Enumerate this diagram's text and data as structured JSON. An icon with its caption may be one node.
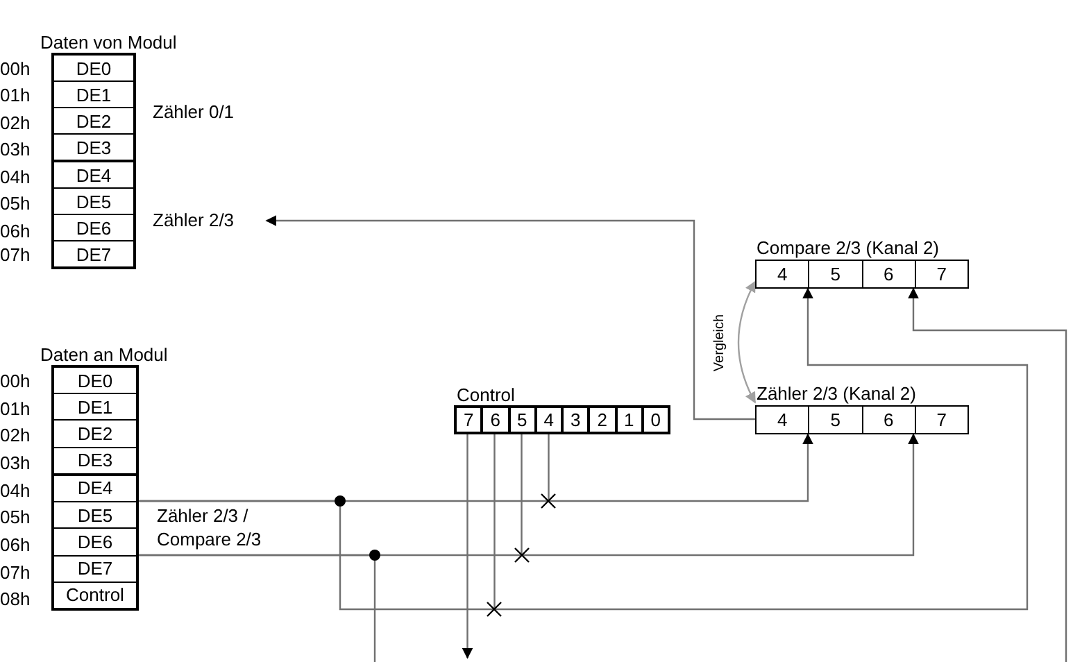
{
  "diagram": {
    "nodes": [
      {
        "text": [
          "Daten von Modul"
        ]
      },
      {
        "text": [
          "DE0"
        ],
        "in": 0,
        "beside": [
          "00h"
        ]
      },
      {
        "text": [
          "DE1"
        ],
        "in": 0,
        "beside": [
          "01h"
        ]
      },
      {
        "text": [
          "DE2"
        ],
        "in": 0,
        "beside": [
          "02h"
        ]
      },
      {
        "text": [
          "DE3"
        ],
        "in": 0,
        "beside": [
          "03h"
        ]
      },
      {
        "text": [
          "DE4"
        ],
        "in": 0,
        "beside": [
          "04h"
        ]
      },
      {
        "text": [
          "DE5"
        ],
        "in": 0,
        "beside": [
          "05h"
        ]
      },
      {
        "text": [
          "DE6"
        ],
        "in": 0,
        "beside": [
          "06h"
        ]
      },
      {
        "text": [
          "DE7"
        ],
        "in": 0
      },
      {
        "text": [
          "Zähler 2/3"
        ]
      },
      {
        "text": [
          "Daten an Modul"
        ]
      },
      {
        "text": [
          "DE0"
        ],
        "in": 10,
        "beside": [
          "00h"
        ]
      },
      {
        "text": [
          "DE1"
        ],
        "in": 10,
        "beside": [
          "01h"
        ]
      },
      {
        "text": [
          "DE2"
        ],
        "in": 10,
        "beside": [
          "02h"
        ]
      },
      {
        "text": [
          "DE3"
        ],
        "in": 10,
        "beside": [
          "03h"
        ]
      },
      {
        "text": [
          "DE4"
        ],
        "in": 10,
        "beside": [
          "04h"
        ]
      },
      {
        "text": [
          "DE5"
        ],
        "in": 10,
        "beside": [
          "05h"
        ]
      },
      {
        "text": [
          "DE6"
        ],
        "in": 10,
        "beside": [
          "06h"
        ]
      },
      {
        "text": [
          "DE7"
        ],
        "in": 10,
        "beside": [
          "07h"
        ]
      },
      {
        "text": [
          "Control"
        ],
        "in": 10,
        "beside": [
          "08h"
        ]
      },
      {
        "text": [
          "Control"
        ]
      },
      {
        "text": [
          "7"
        ],
        "in": 20
      },
      {
        "text": [
          "6"
        ],
        "in": 20
      },
      {
        "text": [
          "5"
        ],
        "in": 20
      },
      {
        "text": [
          "4"
        ],
        "in": 20
      },
      {
        "text": [
          "3"
        ],
        "in": 20
      },
      {
        "text": [
          "2"
        ],
        "in": 20
      },
      {
        "text": [
          "1"
        ],
        "in": 20
      },
      {
        "text": [
          "0"
        ],
        "in": 20
      },
      {
        "text": [
          "Compare 2/3 (Kanal 2)"
        ]
      },
      {
        "text": [
          "4"
        ],
        "in": 29
      },
      {
        "text": [
          "5"
        ],
        "in": 29
      },
      {
        "text": [
          "6"
        ],
        "in": 29
      },
      {
        "text": [
          "7"
        ],
        "in": 29
      },
      {
        "text": [
          "Zähler 2/3 (Kanal 2)"
        ]
      },
      {
        "text": [
          "4"
        ],
        "in": 34
      },
      {
        "text": [
          "5"
        ],
        "in": 34
      },
      {
        "text": [
          "6"
        ],
        "in": 34
      },
      {
        "text": [
          "7"
        ],
        "in": 34
      }
    ],
    "edges": [
      {
        "from": 34,
        "to": 9,
        "arrow": "to"
      },
      {
        "from": 29,
        "to": 34,
        "arrow": "both",
        "label": "Vergleich",
        "color": "#a0a0a0"
      },
      {
        "from": 10,
        "to": 34,
        "arrow": "to"
      },
      {
        "from": 10,
        "to": 34,
        "arrow": "to"
      },
      {
        "from": 10,
        "to": 29,
        "arrow": "to"
      },
      {
        "from": 10,
        "to": null,
        "arrow": "none"
      },
      {
        "from": null,
        "to": 29,
        "arrow": "to"
      },
      {
        "from": 24,
        "to": null,
        "arrow": "none"
      },
      {
        "from": 23,
        "to": null,
        "arrow": "none"
      },
      {
        "from": 22,
        "to": null,
        "arrow": "none"
      },
      {
        "from": 21,
        "to": null,
        "arrow": "to"
      }
    ],
    "labels": [
      "Zähler 0/1",
      "07h",
      "Zähler 2/3 / Compare 2/3"
    ]
  }
}
